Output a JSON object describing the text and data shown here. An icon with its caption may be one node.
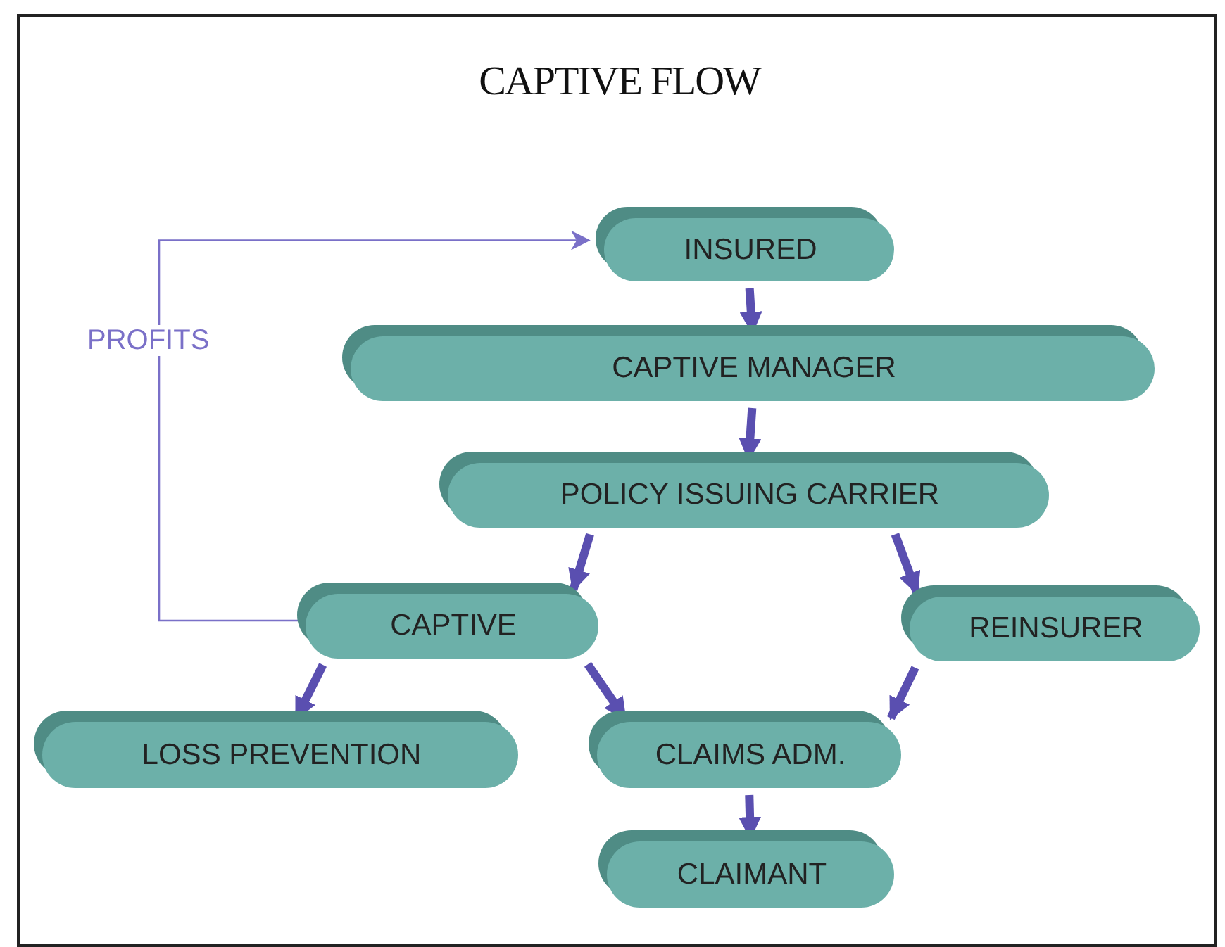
{
  "diagram": {
    "title": "CAPTIVE FLOW",
    "nodes": [
      {
        "text": [
          "INSURED"
        ]
      },
      {
        "text": [
          "CAPTIVE MANAGER"
        ]
      },
      {
        "text": [
          "POLICY ISSUING CARRIER"
        ]
      },
      {
        "text": [
          "CAPTIVE"
        ]
      },
      {
        "text": [
          "REINSURER"
        ]
      },
      {
        "text": [
          "LOSS PREVENTION"
        ]
      },
      {
        "text": [
          "CLAIMS ADM."
        ]
      },
      {
        "text": [
          "CLAIMANT"
        ]
      }
    ],
    "edges": [
      {
        "from": 0,
        "to": 1,
        "arrow": "to"
      },
      {
        "from": 1,
        "to": 2,
        "arrow": "to"
      },
      {
        "from": 2,
        "to": 3,
        "arrow": "to"
      },
      {
        "from": 2,
        "to": 4,
        "arrow": "to"
      },
      {
        "from": 3,
        "to": 5,
        "arrow": "to"
      },
      {
        "from": 3,
        "to": 6,
        "arrow": "to"
      },
      {
        "from": 4,
        "to": 6,
        "arrow": "to"
      },
      {
        "from": 6,
        "to": 7,
        "arrow": "to"
      },
      {
        "from": 3,
        "to": 0,
        "arrow": "to",
        "label": "PROFITS",
        "color": "#7a70c8"
      }
    ]
  }
}
